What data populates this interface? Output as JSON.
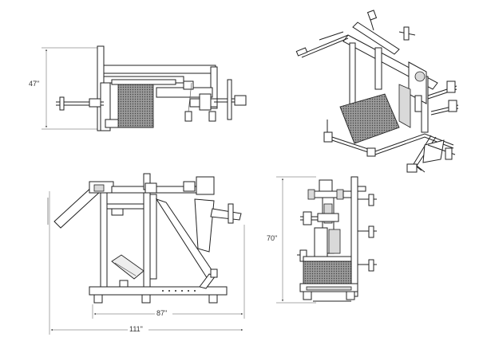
{
  "dimensions": {
    "top_view_depth": "47\"",
    "front_height": "70\"",
    "side_frame_length": "87\"",
    "side_overall_length": "111\""
  }
}
